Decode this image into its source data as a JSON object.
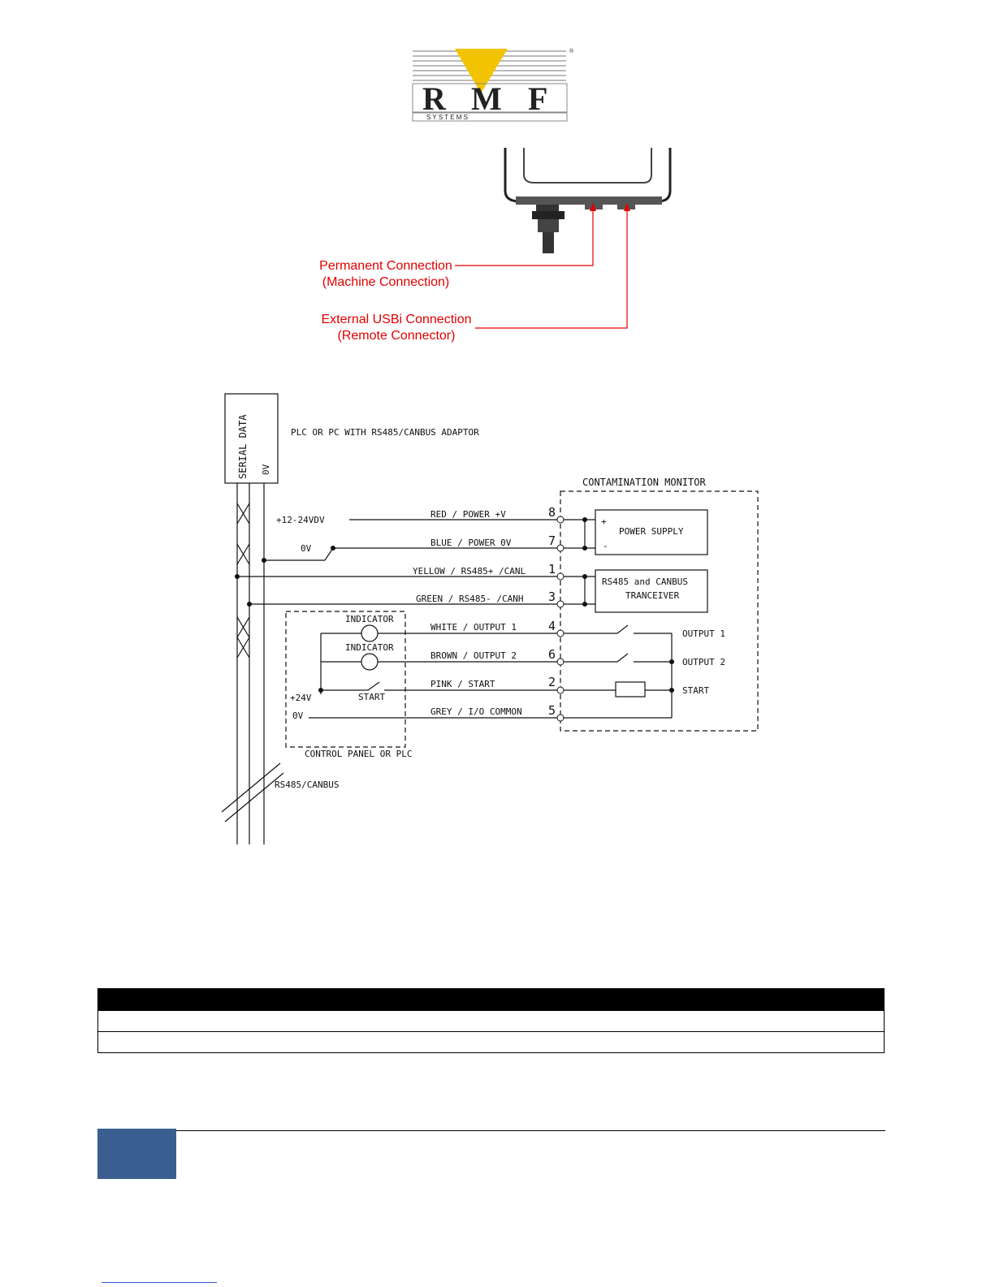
{
  "logo": {
    "letters": [
      "R",
      "M",
      "F"
    ],
    "tagline": "S Y S T E M S",
    "registered": "®",
    "colors": {
      "triangle": "#f2c300",
      "text": "#222222",
      "lines": "#666666"
    }
  },
  "callouts": [
    {
      "line1": "Permanent Connection",
      "line2": "(Machine Connection)"
    },
    {
      "line1": "External USBi Connection",
      "line2": "(Remote Connector)"
    }
  ],
  "wiring": {
    "serial_box": {
      "label": "SERIAL DATA",
      "ov": "0V"
    },
    "plc_label": "PLC OR PC WITH RS485/CANBUS ADAPTOR",
    "monitor_title": "CONTAMINATION MONITOR",
    "left_labels": {
      "supply": "+12-24VDV",
      "ov1": "0V",
      "plus24": "+24V",
      "ov2": "0V"
    },
    "indicators": [
      "INDICATOR",
      "INDICATOR"
    ],
    "start_label": "START",
    "control_panel": "CONTROL PANEL OR PLC",
    "bus_label": "RS485/CANBUS",
    "wires": [
      {
        "name": "RED / POWER +V",
        "pin": "8"
      },
      {
        "name": "BLUE / POWER 0V",
        "pin": "7"
      },
      {
        "name": "YELLOW / RS485+ /CANL",
        "pin": "1"
      },
      {
        "name": "GREEN / RS485- /CANH",
        "pin": "3"
      },
      {
        "name": "WHITE / OUTPUT 1",
        "pin": "4"
      },
      {
        "name": "BROWN / OUTPUT 2",
        "pin": "6"
      },
      {
        "name": "PINK / START",
        "pin": "2"
      },
      {
        "name": "GREY / I/O COMMON",
        "pin": "5"
      }
    ],
    "power_supply": {
      "label": "POWER SUPPLY",
      "plus": "+",
      "minus": "-"
    },
    "transceiver": {
      "line1": "RS485 and CANBUS",
      "line2": "TRANCEIVER"
    },
    "outputs": [
      "OUTPUT 1",
      "OUTPUT 2",
      "START"
    ]
  },
  "colors": {
    "callout": "#e00000",
    "footer_block": "#3a5e8f"
  }
}
